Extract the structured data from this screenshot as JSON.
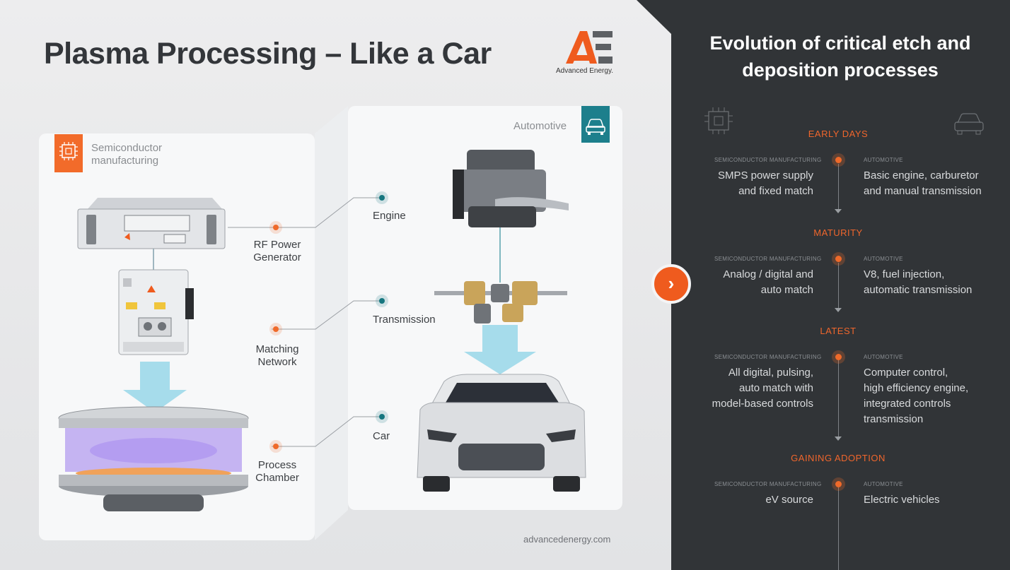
{
  "header": {
    "title": "Plasma Processing – Like a Car",
    "logo_text": "Advanced Energy."
  },
  "left_card": {
    "category": "Semiconductor manufacturing",
    "components": [
      "RF Power Generator",
      "Matching Network",
      "Process Chamber"
    ],
    "category_icon": "chip-icon"
  },
  "right_card": {
    "category": "Automotive",
    "components": [
      "Engine",
      "Transmission",
      "Car"
    ],
    "category_icon": "car-icon"
  },
  "footer": {
    "url": "advancedenergy.com"
  },
  "panel": {
    "title_line1": "Evolution of critical etch and",
    "title_line2": "deposition processes",
    "col_left_label": "SEMICONDUCTOR MANUFACTURING",
    "col_right_label": "AUTOMOTIVE",
    "stages": [
      {
        "name": "EARLY DAYS",
        "semi": [
          "SMPS power supply",
          "and fixed match"
        ],
        "auto": [
          "Basic engine, carburetor",
          "and manual transmission"
        ]
      },
      {
        "name": "MATURITY",
        "semi": [
          "Analog / digital and",
          "auto match"
        ],
        "auto": [
          "V8, fuel injection,",
          "automatic transmission"
        ]
      },
      {
        "name": "LATEST",
        "semi": [
          "All digital, pulsing,",
          "auto match with",
          "model-based controls"
        ],
        "auto": [
          "Computer control,",
          "high efficiency engine,",
          "integrated controls",
          "transmission"
        ]
      },
      {
        "name": "GAINING ADOPTION",
        "semi": [
          "eV source"
        ],
        "auto": [
          "Electric vehicles"
        ]
      }
    ]
  },
  "colors": {
    "accent_orange": "#EF5B1E",
    "teal": "#16767F",
    "dark_panel": "#313437"
  }
}
